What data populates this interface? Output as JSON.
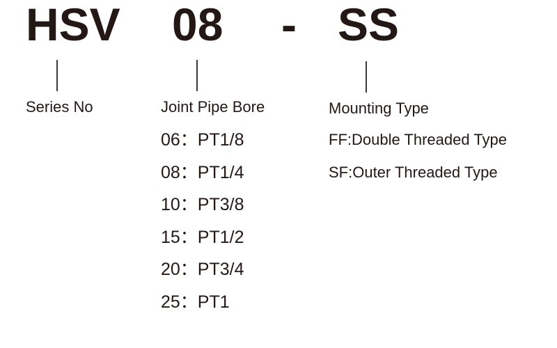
{
  "model_code": {
    "series": "HSV",
    "bore": "08",
    "separator": "-",
    "mounting": "SS"
  },
  "fields": {
    "series_label": "Series No",
    "bore_label": "Joint Pipe Bore",
    "mounting_label": "Mounting Type"
  },
  "bore_options": [
    "06：PT1/8",
    "08：PT1/4",
    "10：PT3/8",
    "15：PT1/2",
    "20：PT3/4",
    "25：PT1"
  ],
  "mounting_options": [
    "FF:Double Threaded Type",
    "SF:Outer Threaded Type"
  ]
}
